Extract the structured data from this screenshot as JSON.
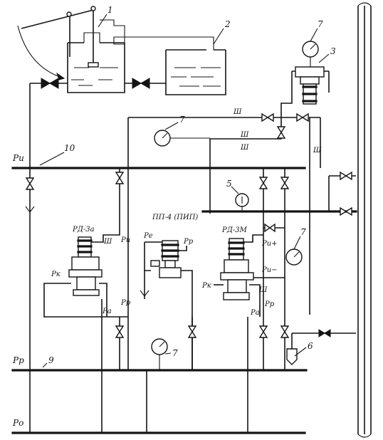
{
  "callouts": {
    "c1": "1",
    "c2": "2",
    "c3": "3",
    "c5": "5",
    "c6": "6",
    "c7a": "7",
    "c7b": "7",
    "c7c": "7",
    "c7d": "7",
    "c9": "9",
    "c10": "10"
  },
  "device_labels": {
    "rd3a": "РД-3а",
    "pp4": "ПП-4 (ПИП)",
    "rd3m": "РД-3М"
  },
  "signal_labels": {
    "pi_left": "Ри",
    "pi_rd3a": "Ри",
    "pk_rd3a": "Рк",
    "pa_rd3a": "Ра",
    "pp_rd3a": "Рр",
    "pe_pp4": "Ре",
    "pp_pp4": "Рр",
    "pk_rd3m": "Рк",
    "pi_plus": "Ри+",
    "pi_minus": "Ри−",
    "pa_rd3m": "Ра",
    "pp_rd3m": "Рр",
    "pr_left": "Рр",
    "po_left": "Ро",
    "sh1": "Ш",
    "sh2": "Ш",
    "sh3": "Ш",
    "sh4": "Ш",
    "sh5": "Ш",
    "sh6": "Ш"
  }
}
